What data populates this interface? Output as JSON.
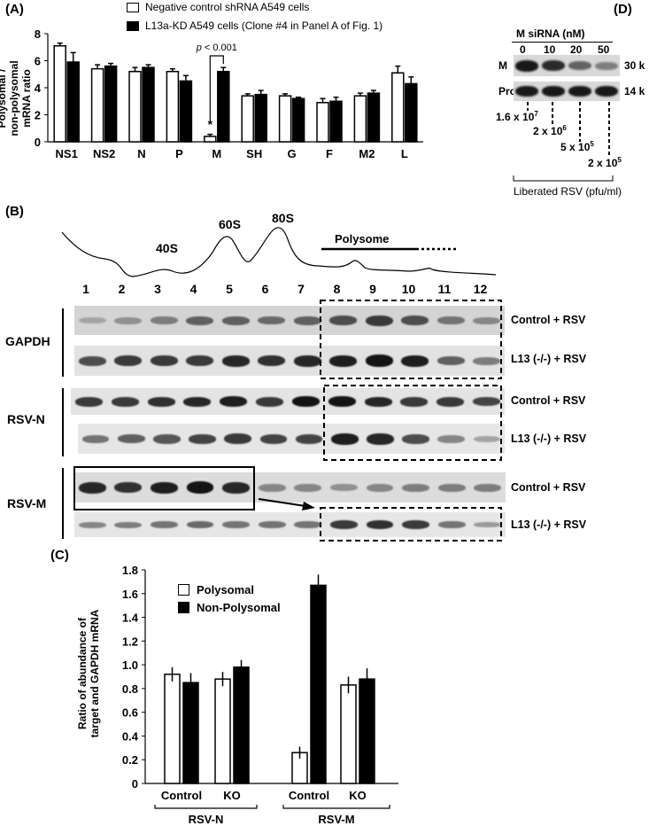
{
  "figure": {
    "panel_a_label": "(A)",
    "panel_b_label": "(B)",
    "panel_c_label": "(C)",
    "panel_d_label": "(D)"
  },
  "chart_data": [
    {
      "type": "bar",
      "panel": "A",
      "ylabel": "Polysomal / non-polysomal mRNA ratio",
      "ylabel_line1": "Polysomal /",
      "ylabel_line2": "non-polysomal",
      "ylabel_line3": "mRNA ratio",
      "ylim": [
        0,
        8
      ],
      "yticks": [
        "0",
        "2",
        "4",
        "6",
        "8"
      ],
      "categories": [
        "NS1",
        "NS2",
        "N",
        "P",
        "M",
        "SH",
        "G",
        "F",
        "M2",
        "L"
      ],
      "series": [
        {
          "name": "Negative control shRNA A549 cells",
          "fill": "white",
          "values": [
            7.1,
            5.4,
            5.2,
            5.2,
            0.4,
            3.4,
            3.4,
            2.9,
            3.4,
            5.1
          ],
          "errors": [
            0.2,
            0.3,
            0.3,
            0.2,
            0.15,
            0.15,
            0.15,
            0.3,
            0.2,
            0.5
          ]
        },
        {
          "name": "L13a-KD A549 cells (Clone #4 in Panel A of Fig. 1)",
          "fill": "black",
          "values": [
            5.9,
            5.6,
            5.5,
            4.5,
            5.2,
            3.5,
            3.2,
            3.0,
            3.6,
            4.3
          ],
          "errors": [
            0.7,
            0.2,
            0.2,
            0.4,
            0.3,
            0.3,
            0.1,
            0.3,
            0.2,
            0.5
          ]
        }
      ],
      "annotations": {
        "pvalue_prefix": "p",
        "pvalue_rest": " < 0.001",
        "star": "*"
      },
      "legend_placement": "top"
    },
    {
      "type": "bar",
      "panel": "C",
      "ylabel": "Ratio of abundance of target and GAPDH mRNA",
      "ylabel_line1": "Ratio of abundance of",
      "ylabel_line2": "target and GAPDH mRNA",
      "ylim": [
        0,
        1.8
      ],
      "yticks": [
        "0",
        "0.2",
        "0.4",
        "0.6",
        "0.8",
        "1.0",
        "1.2",
        "1.4",
        "1.6",
        "1.8"
      ],
      "categories": [
        "Control",
        "KO",
        "Control",
        "KO"
      ],
      "groups": [
        "RSV-N",
        "RSV-M"
      ],
      "series": [
        {
          "name": "Polysomal",
          "fill": "white",
          "values": [
            0.92,
            0.88,
            0.26,
            0.83
          ],
          "errors": [
            0.06,
            0.06,
            0.05,
            0.07
          ]
        },
        {
          "name": "Non-Polysomal",
          "fill": "black",
          "values": [
            0.85,
            0.98,
            1.67,
            0.88
          ],
          "errors": [
            0.08,
            0.06,
            0.09,
            0.09
          ]
        }
      ],
      "legend_placement": "top-left"
    }
  ],
  "panel_b": {
    "peaks": {
      "s40": "40S",
      "s60": "60S",
      "s80": "80S",
      "polysome": "Polysome"
    },
    "fractions": [
      "1",
      "2",
      "3",
      "4",
      "5",
      "6",
      "7",
      "8",
      "9",
      "10",
      "11",
      "12"
    ],
    "group_labels": {
      "gapdh": "GAPDH",
      "rsvn": "RSV-N",
      "rsvm": "RSV-M"
    },
    "row_labels": {
      "control": "Control + RSV",
      "l13": "L13 (-/-) + RSV"
    },
    "band_intensity": {
      "gapdh_control": [
        0.25,
        0.35,
        0.45,
        0.6,
        0.6,
        0.55,
        0.6,
        0.7,
        0.8,
        0.7,
        0.5,
        0.4
      ],
      "gapdh_l13": [
        0.7,
        0.8,
        0.8,
        0.8,
        0.9,
        0.85,
        0.9,
        0.95,
        1.0,
        0.95,
        0.6,
        0.45
      ],
      "rsvn_control": [
        0.8,
        0.8,
        0.85,
        0.9,
        0.95,
        0.8,
        1.0,
        1.0,
        0.9,
        0.8,
        0.8,
        0.75
      ],
      "rsvn_l13": [
        0.5,
        0.6,
        0.65,
        0.75,
        0.8,
        0.75,
        0.75,
        0.95,
        0.9,
        0.7,
        0.4,
        0.25
      ],
      "rsvm_control": [
        0.9,
        0.85,
        0.95,
        1.0,
        0.9,
        0.4,
        0.4,
        0.35,
        0.4,
        0.45,
        0.45,
        0.45
      ],
      "rsvm_l13": [
        0.4,
        0.45,
        0.5,
        0.55,
        0.5,
        0.5,
        0.5,
        0.8,
        0.85,
        0.8,
        0.5,
        0.3
      ]
    }
  },
  "panel_d": {
    "header": "M siRNA (nM)",
    "concentrations": [
      "0",
      "10",
      "20",
      "50"
    ],
    "row_labels": {
      "m": "M",
      "profilin": "Profilin"
    },
    "sizes": {
      "m": "30 k",
      "profilin": "14 k"
    },
    "titers": [
      {
        "mantissa": "1.6 x 10",
        "exp": "7"
      },
      {
        "mantissa": "2 x 10",
        "exp": "6"
      },
      {
        "mantissa": "5 x 10",
        "exp": "5"
      },
      {
        "mantissa": "2 x 10",
        "exp": "5"
      }
    ],
    "footer": "Liberated RSV (pfu/ml)",
    "m_intensity": [
      0.95,
      0.85,
      0.55,
      0.4
    ],
    "profilin_intensity": [
      0.95,
      0.95,
      0.95,
      0.95
    ]
  }
}
